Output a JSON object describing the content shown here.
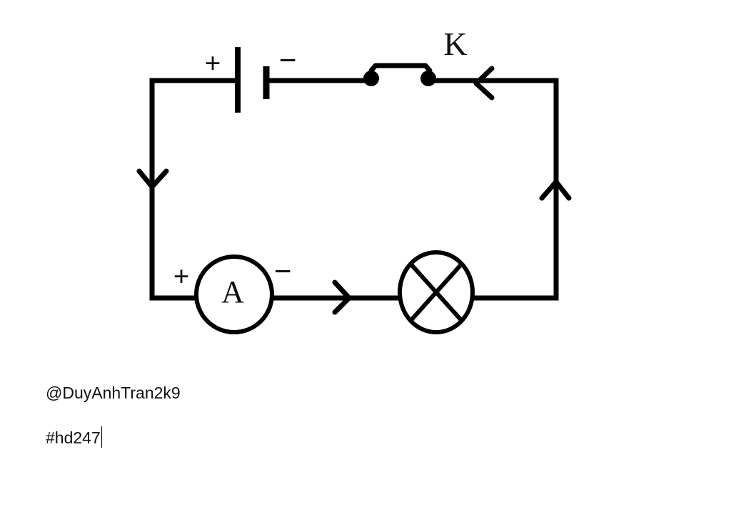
{
  "diagram": {
    "switch_label": "K",
    "ammeter_label": "A",
    "battery_plus": "+",
    "battery_minus": "−",
    "ammeter_plus": "+",
    "ammeter_minus": "−",
    "line_color": "#000000"
  },
  "notes": {
    "author": "@DuyAnhTran2k9",
    "tag": "#hd247"
  }
}
